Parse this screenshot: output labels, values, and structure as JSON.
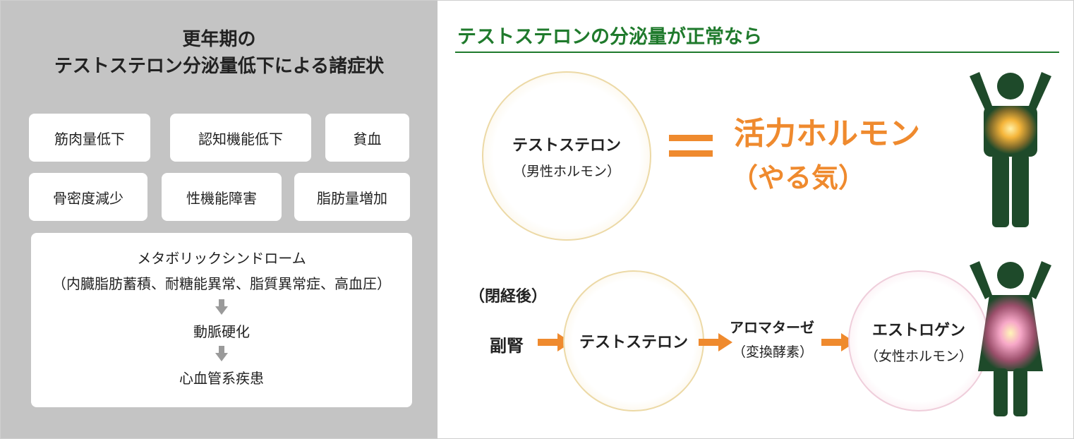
{
  "left_panel": {
    "title_line1": "更年期の",
    "title_line2": "テストステロン分泌量低下による諸症状",
    "symptoms": [
      "筋肉量低下",
      "認知機能低下",
      "貧血",
      "骨密度減少",
      "性機能障害",
      "脂肪量増加"
    ],
    "metabolic": {
      "title": "メタボリックシンドローム",
      "detail": "（内臓脂肪蓄積、耐糖能異常、脂質異常症、高血圧）",
      "step2": "動脈硬化",
      "step3": "心血管系疾患"
    }
  },
  "right_panel": {
    "title": "テストステロンの分泌量が正常なら",
    "circle_main": "テストステロン",
    "circle_main_sub": "（男性ホルモン）",
    "vital_main": "活力ホルモン",
    "vital_sub": "（やる気）",
    "menopause_label": "（閉経後）",
    "adrenal": "副腎",
    "flow_circle": "テストステロン",
    "enzyme_name": "アロマターゼ",
    "enzyme_sub": "（変換酵素）",
    "estrogen_main": "エストロゲン",
    "estrogen_sub": "（女性ホルモン）"
  },
  "colors": {
    "accent_orange": "#ef8a2e",
    "title_green": "#1f7a2c",
    "figure_green": "#1e4a2a",
    "panel_gray": "#c4c4c4"
  }
}
